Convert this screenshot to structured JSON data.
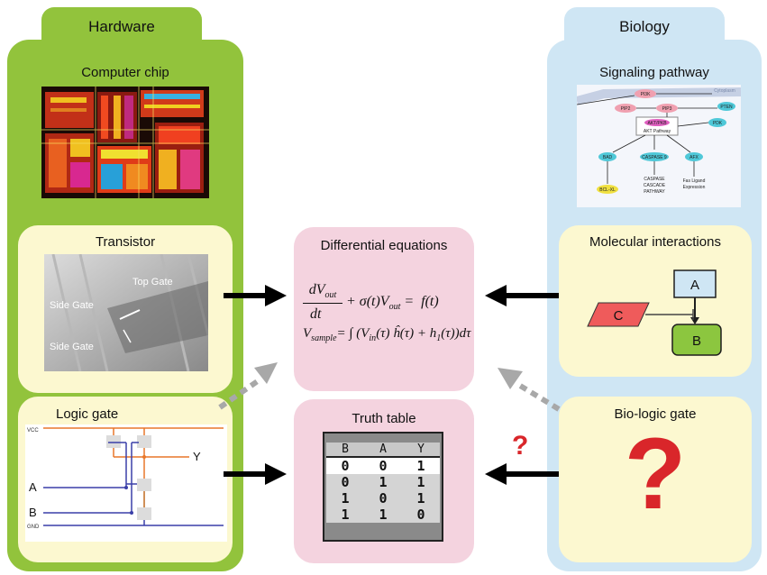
{
  "hardware": {
    "header": "Hardware",
    "chip_title": "Computer chip",
    "transistor_title": "Transistor",
    "transistor_labels": {
      "top_gate": "Top Gate",
      "side_gate_1": "Side Gate",
      "side_gate_2": "Side Gate"
    },
    "logic_title": "Logic gate",
    "logic_labels": {
      "vcc": "VCC",
      "y": "Y",
      "a": "A",
      "b": "B",
      "gnd": "GND"
    }
  },
  "biology": {
    "header": "Biology",
    "pathway_title": "Signaling pathway",
    "pathway_labels": {
      "pi3k": "PI3K",
      "cytoplasm": "Cytoplasm",
      "pten": "PTEN",
      "pip2": "PIP2",
      "pip3": "PIP3",
      "pdk": "PDK",
      "akt": "AKT/PKB",
      "akt_pathway": "AKT Pathway",
      "bad": "BAD",
      "caspase9": "CASPASE 9",
      "afx": "AFX",
      "bclxl": "BCL-XL",
      "caspase_cascade_1": "CASPASE",
      "caspase_cascade_2": "CASCADE",
      "caspase_cascade_3": "PATHWAY",
      "fas_1": "Fas Ligand",
      "fas_2": "Expression"
    },
    "molecular_title": "Molecular interactions",
    "molecular_nodes": {
      "a": "A",
      "b": "B",
      "c": "C"
    },
    "biologic_title": "Bio-logic gate",
    "biologic_symbol": "?"
  },
  "center": {
    "diffeq_title": "Differential equations",
    "truth_title": "Truth table",
    "truth_table": {
      "headers": [
        "B",
        "A",
        "Y"
      ],
      "rows": [
        [
          "0",
          "0",
          "1"
        ],
        [
          "0",
          "1",
          "1"
        ],
        [
          "1",
          "0",
          "1"
        ],
        [
          "1",
          "1",
          "0"
        ]
      ]
    },
    "question_mark": "?"
  },
  "colors": {
    "hardware_green": "#92c33c",
    "biology_blue": "#cfe6f4",
    "panel_cream": "#fcf8d0",
    "center_pink": "#f4d3df",
    "question_red": "#d9262a",
    "node_a_fill": "#cfe6f4",
    "node_b_fill": "#8cc63f",
    "node_c_fill": "#ef5b5b"
  }
}
